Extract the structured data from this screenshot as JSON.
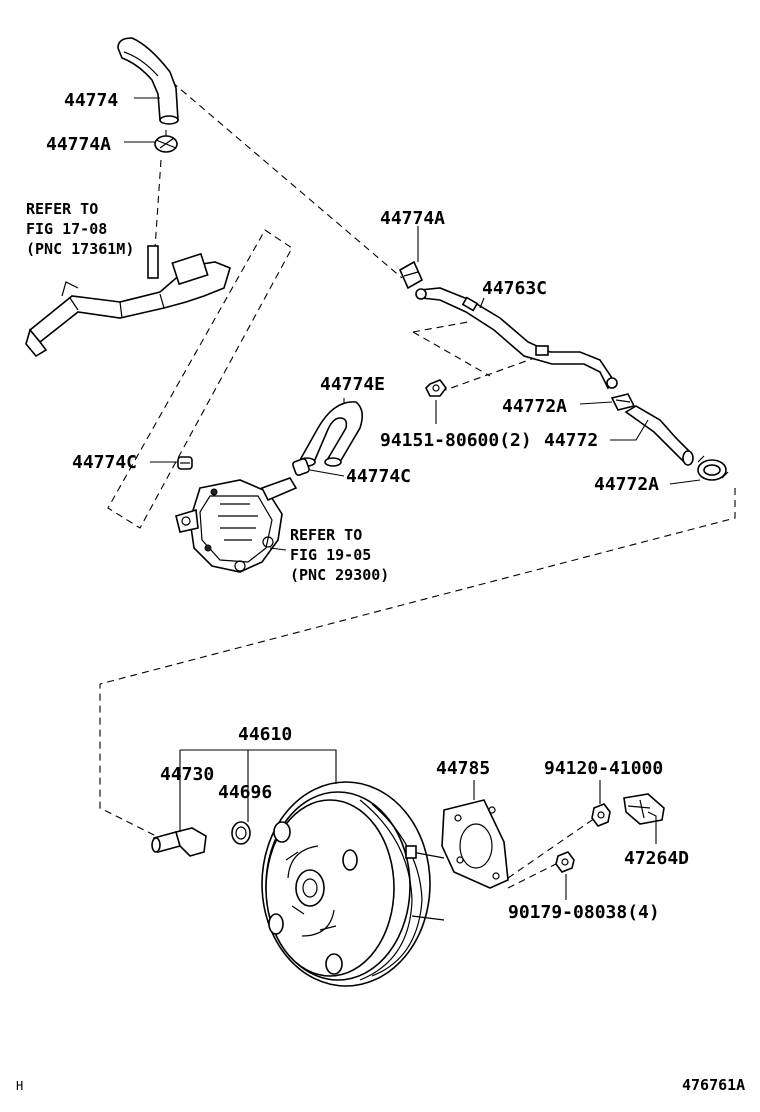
{
  "parts": {
    "p44774": "44774",
    "p44774A_top": "44774A",
    "p44774A_right": "44774A",
    "p44763C": "44763C",
    "p94151": "94151-80600(2)",
    "p44772A_upper": "44772A",
    "p44772": "44772",
    "p44772A_lower": "44772A",
    "p44774E": "44774E",
    "p44774C_left": "44774C",
    "p44774C_right": "44774C",
    "p44610": "44610",
    "p44730": "44730",
    "p44696": "44696",
    "p44785": "44785",
    "p94120": "94120-41000",
    "p47264D": "47264D",
    "p90179": "90179-08038(4)"
  },
  "notes": {
    "refer1_line1": "REFER TO",
    "refer1_line2": "FIG 17-08",
    "refer1_line3": "(PNC 17361M)",
    "refer2_line1": "REFER TO",
    "refer2_line2": "FIG 19-05",
    "refer2_line3": "(PNC 29300)"
  },
  "footer": {
    "left_mark": "H",
    "figure_id": "476761A"
  }
}
